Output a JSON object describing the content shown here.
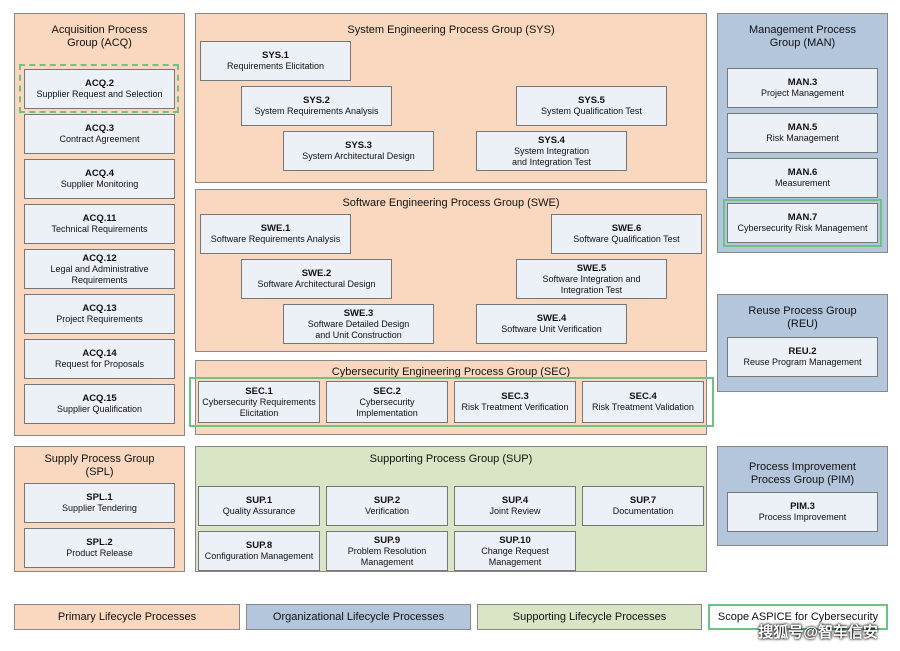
{
  "groups": {
    "acq": {
      "title": "Acquisition Process\nGroup (ACQ)",
      "items": [
        {
          "id": "ACQ.2",
          "name": "Supplier Request and Selection"
        },
        {
          "id": "ACQ.3",
          "name": "Contract Agreement"
        },
        {
          "id": "ACQ.4",
          "name": "Supplier Monitoring"
        },
        {
          "id": "ACQ.11",
          "name": "Technical Requirements"
        },
        {
          "id": "ACQ.12",
          "name": "Legal and Administrative\nRequirements"
        },
        {
          "id": "ACQ.13",
          "name": "Project Requirements"
        },
        {
          "id": "ACQ.14",
          "name": "Request for Proposals"
        },
        {
          "id": "ACQ.15",
          "name": "Supplier Qualification"
        }
      ]
    },
    "spl": {
      "title": "Supply Process Group\n(SPL)",
      "items": [
        {
          "id": "SPL.1",
          "name": "Supplier Tendering"
        },
        {
          "id": "SPL.2",
          "name": "Product Release"
        }
      ]
    },
    "sys": {
      "title": "System Engineering Process Group (SYS)",
      "items": [
        {
          "id": "SYS.1",
          "name": "Requirements Elicitation"
        },
        {
          "id": "SYS.2",
          "name": "System Requirements Analysis"
        },
        {
          "id": "SYS.3",
          "name": "System Architectural Design"
        },
        {
          "id": "SYS.4",
          "name": "System Integration\nand Integration Test"
        },
        {
          "id": "SYS.5",
          "name": "System Qualification Test"
        }
      ]
    },
    "swe": {
      "title": "Software Engineering Process Group (SWE)",
      "items": [
        {
          "id": "SWE.1",
          "name": "Software Requirements Analysis"
        },
        {
          "id": "SWE.2",
          "name": "Software Architectural Design"
        },
        {
          "id": "SWE.3",
          "name": "Software Detailed Design\nand Unit Construction"
        },
        {
          "id": "SWE.4",
          "name": "Software Unit Verification"
        },
        {
          "id": "SWE.5",
          "name": "Software Integration and\nIntegration Test"
        },
        {
          "id": "SWE.6",
          "name": "Software Qualification Test"
        }
      ]
    },
    "sec": {
      "title": "Cybersecurity Engineering Process Group (SEC)",
      "items": [
        {
          "id": "SEC.1",
          "name": "Cybersecurity Requirements\nElicitation"
        },
        {
          "id": "SEC.2",
          "name": "Cybersecurity\nImplementation"
        },
        {
          "id": "SEC.3",
          "name": "Risk Treatment Verification"
        },
        {
          "id": "SEC.4",
          "name": "Risk Treatment Validation"
        }
      ]
    },
    "supg": {
      "title": "Supporting Process Group (SUP)",
      "items": [
        {
          "id": "SUP.1",
          "name": "Quality Assurance"
        },
        {
          "id": "SUP.2",
          "name": "Verification"
        },
        {
          "id": "SUP.4",
          "name": "Joint Review"
        },
        {
          "id": "SUP.7",
          "name": "Documentation"
        },
        {
          "id": "SUP.8",
          "name": "Configuration Management"
        },
        {
          "id": "SUP.9",
          "name": "Problem Resolution\nManagement"
        },
        {
          "id": "SUP.10",
          "name": "Change Request\nManagement"
        }
      ]
    },
    "man": {
      "title": "Management Process\nGroup (MAN)",
      "items": [
        {
          "id": "MAN.3",
          "name": "Project Management"
        },
        {
          "id": "MAN.5",
          "name": "Risk Management"
        },
        {
          "id": "MAN.6",
          "name": "Measurement"
        },
        {
          "id": "MAN.7",
          "name": "Cybersecurity Risk Management"
        }
      ]
    },
    "reu": {
      "title": "Reuse Process Group\n(REU)",
      "items": [
        {
          "id": "REU.2",
          "name": "Reuse Program Management"
        }
      ]
    },
    "pim": {
      "title": "Process Improvement\nProcess Group (PIM)",
      "items": [
        {
          "id": "PIM.3",
          "name": "Process Improvement"
        }
      ]
    }
  },
  "legend": {
    "primary": "Primary Lifecycle Processes",
    "organizational": "Organizational Lifecycle Processes",
    "supporting": "Supporting Lifecycle Processes",
    "scope": "Scope ASPICE for Cybersecurity"
  },
  "watermark": "搜狐号@智车信安",
  "colors": {
    "primary": "#fad8bf",
    "organizational": "#b4c6dc",
    "supporting": "#d9e5c4",
    "scope_highlight": "#6cc383"
  }
}
